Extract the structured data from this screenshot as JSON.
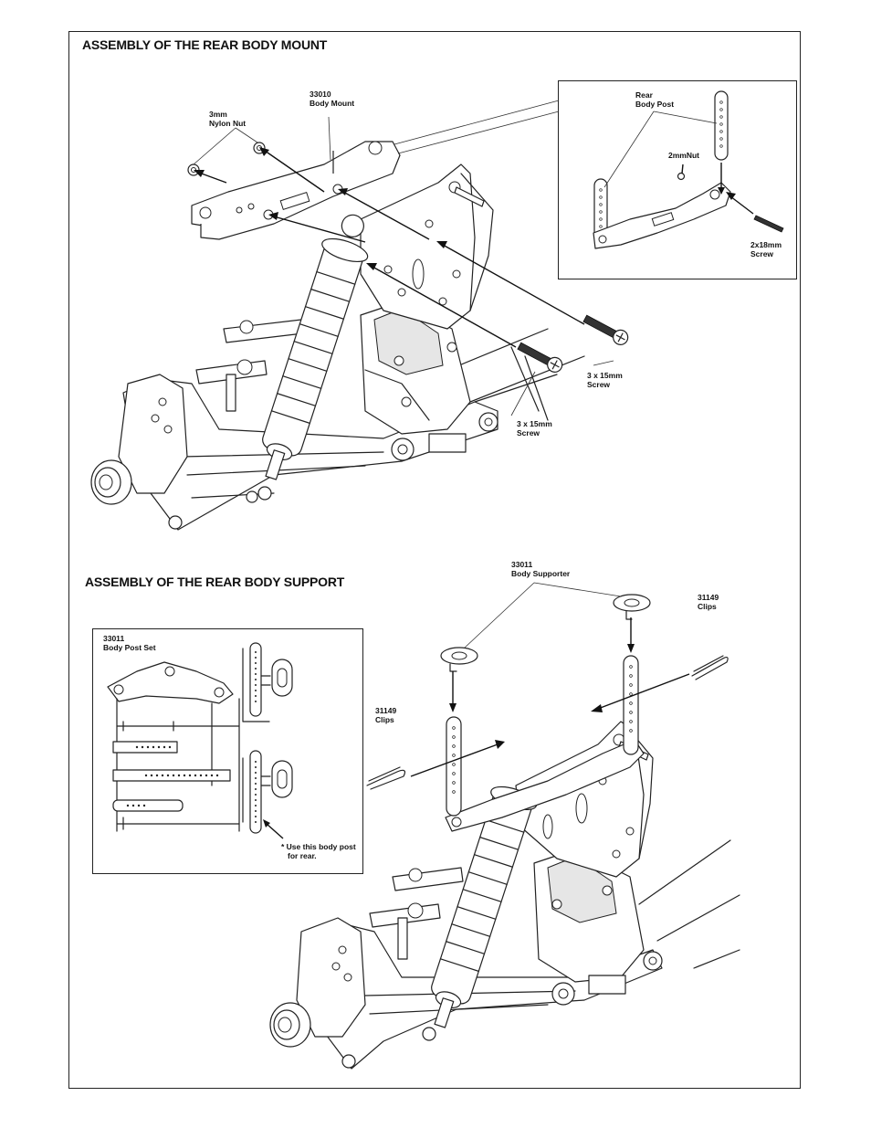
{
  "sections": {
    "mount": {
      "title": "ASSEMBLY OF THE REAR BODY MOUNT",
      "labels": {
        "body_mount_code": "33010",
        "body_mount_name": "Body Mount",
        "nylon_nut_line1": "3mm",
        "nylon_nut_line2": "Nylon Nut",
        "screw1_line1": "3 x 15mm",
        "screw1_line2": "Screw",
        "screw2_line1": "3 x 15mm",
        "screw2_line2": "Screw"
      },
      "inset": {
        "rear_post_line1": "Rear",
        "rear_post_line2": "Body Post",
        "nut": "2mmNut",
        "screw_line1": "2x18mm",
        "screw_line2": "Screw"
      }
    },
    "support": {
      "title": "ASSEMBLY OF THE REAR BODY SUPPORT",
      "labels": {
        "supporter_code": "33011",
        "supporter_name": "Body Supporter",
        "clips_right_code": "31149",
        "clips_right_name": "Clips",
        "clips_left_code": "31149",
        "clips_left_name": "Clips"
      },
      "inset": {
        "post_set_code": "33011",
        "post_set_name": "Body Post Set",
        "note_line1": "* Use this body post",
        "note_line2": "for rear."
      }
    }
  }
}
